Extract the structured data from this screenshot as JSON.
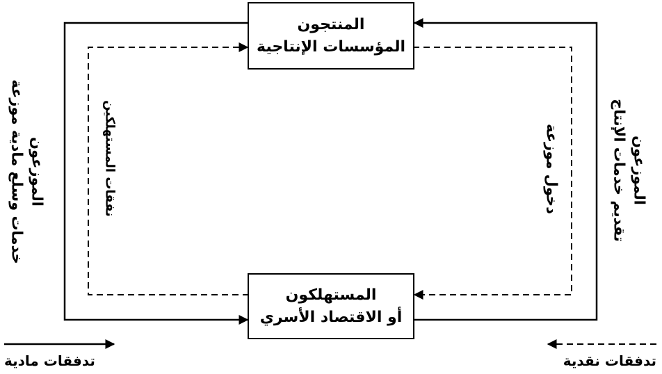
{
  "producers_box": {
    "line1": "المنتجون",
    "line2": "المؤسسات الإنتاجية"
  },
  "consumers_box": {
    "line1": "المستهلكون",
    "line2": "أو الاقتصاد الأسري"
  },
  "left_outer_label": {
    "line1": "الموزعون",
    "line2": "خدمات وسلع مادية موزعة"
  },
  "left_inner_label": "نفقات المستهلكين",
  "right_inner_label": "دخول موزعة",
  "right_outer_label": {
    "line1": "الموزعون",
    "line2": "تقديم خدمات الإنتاج"
  },
  "legend": {
    "material_flows": "تدفقات مادية",
    "monetary_flows": "تدفقات نقدية"
  }
}
